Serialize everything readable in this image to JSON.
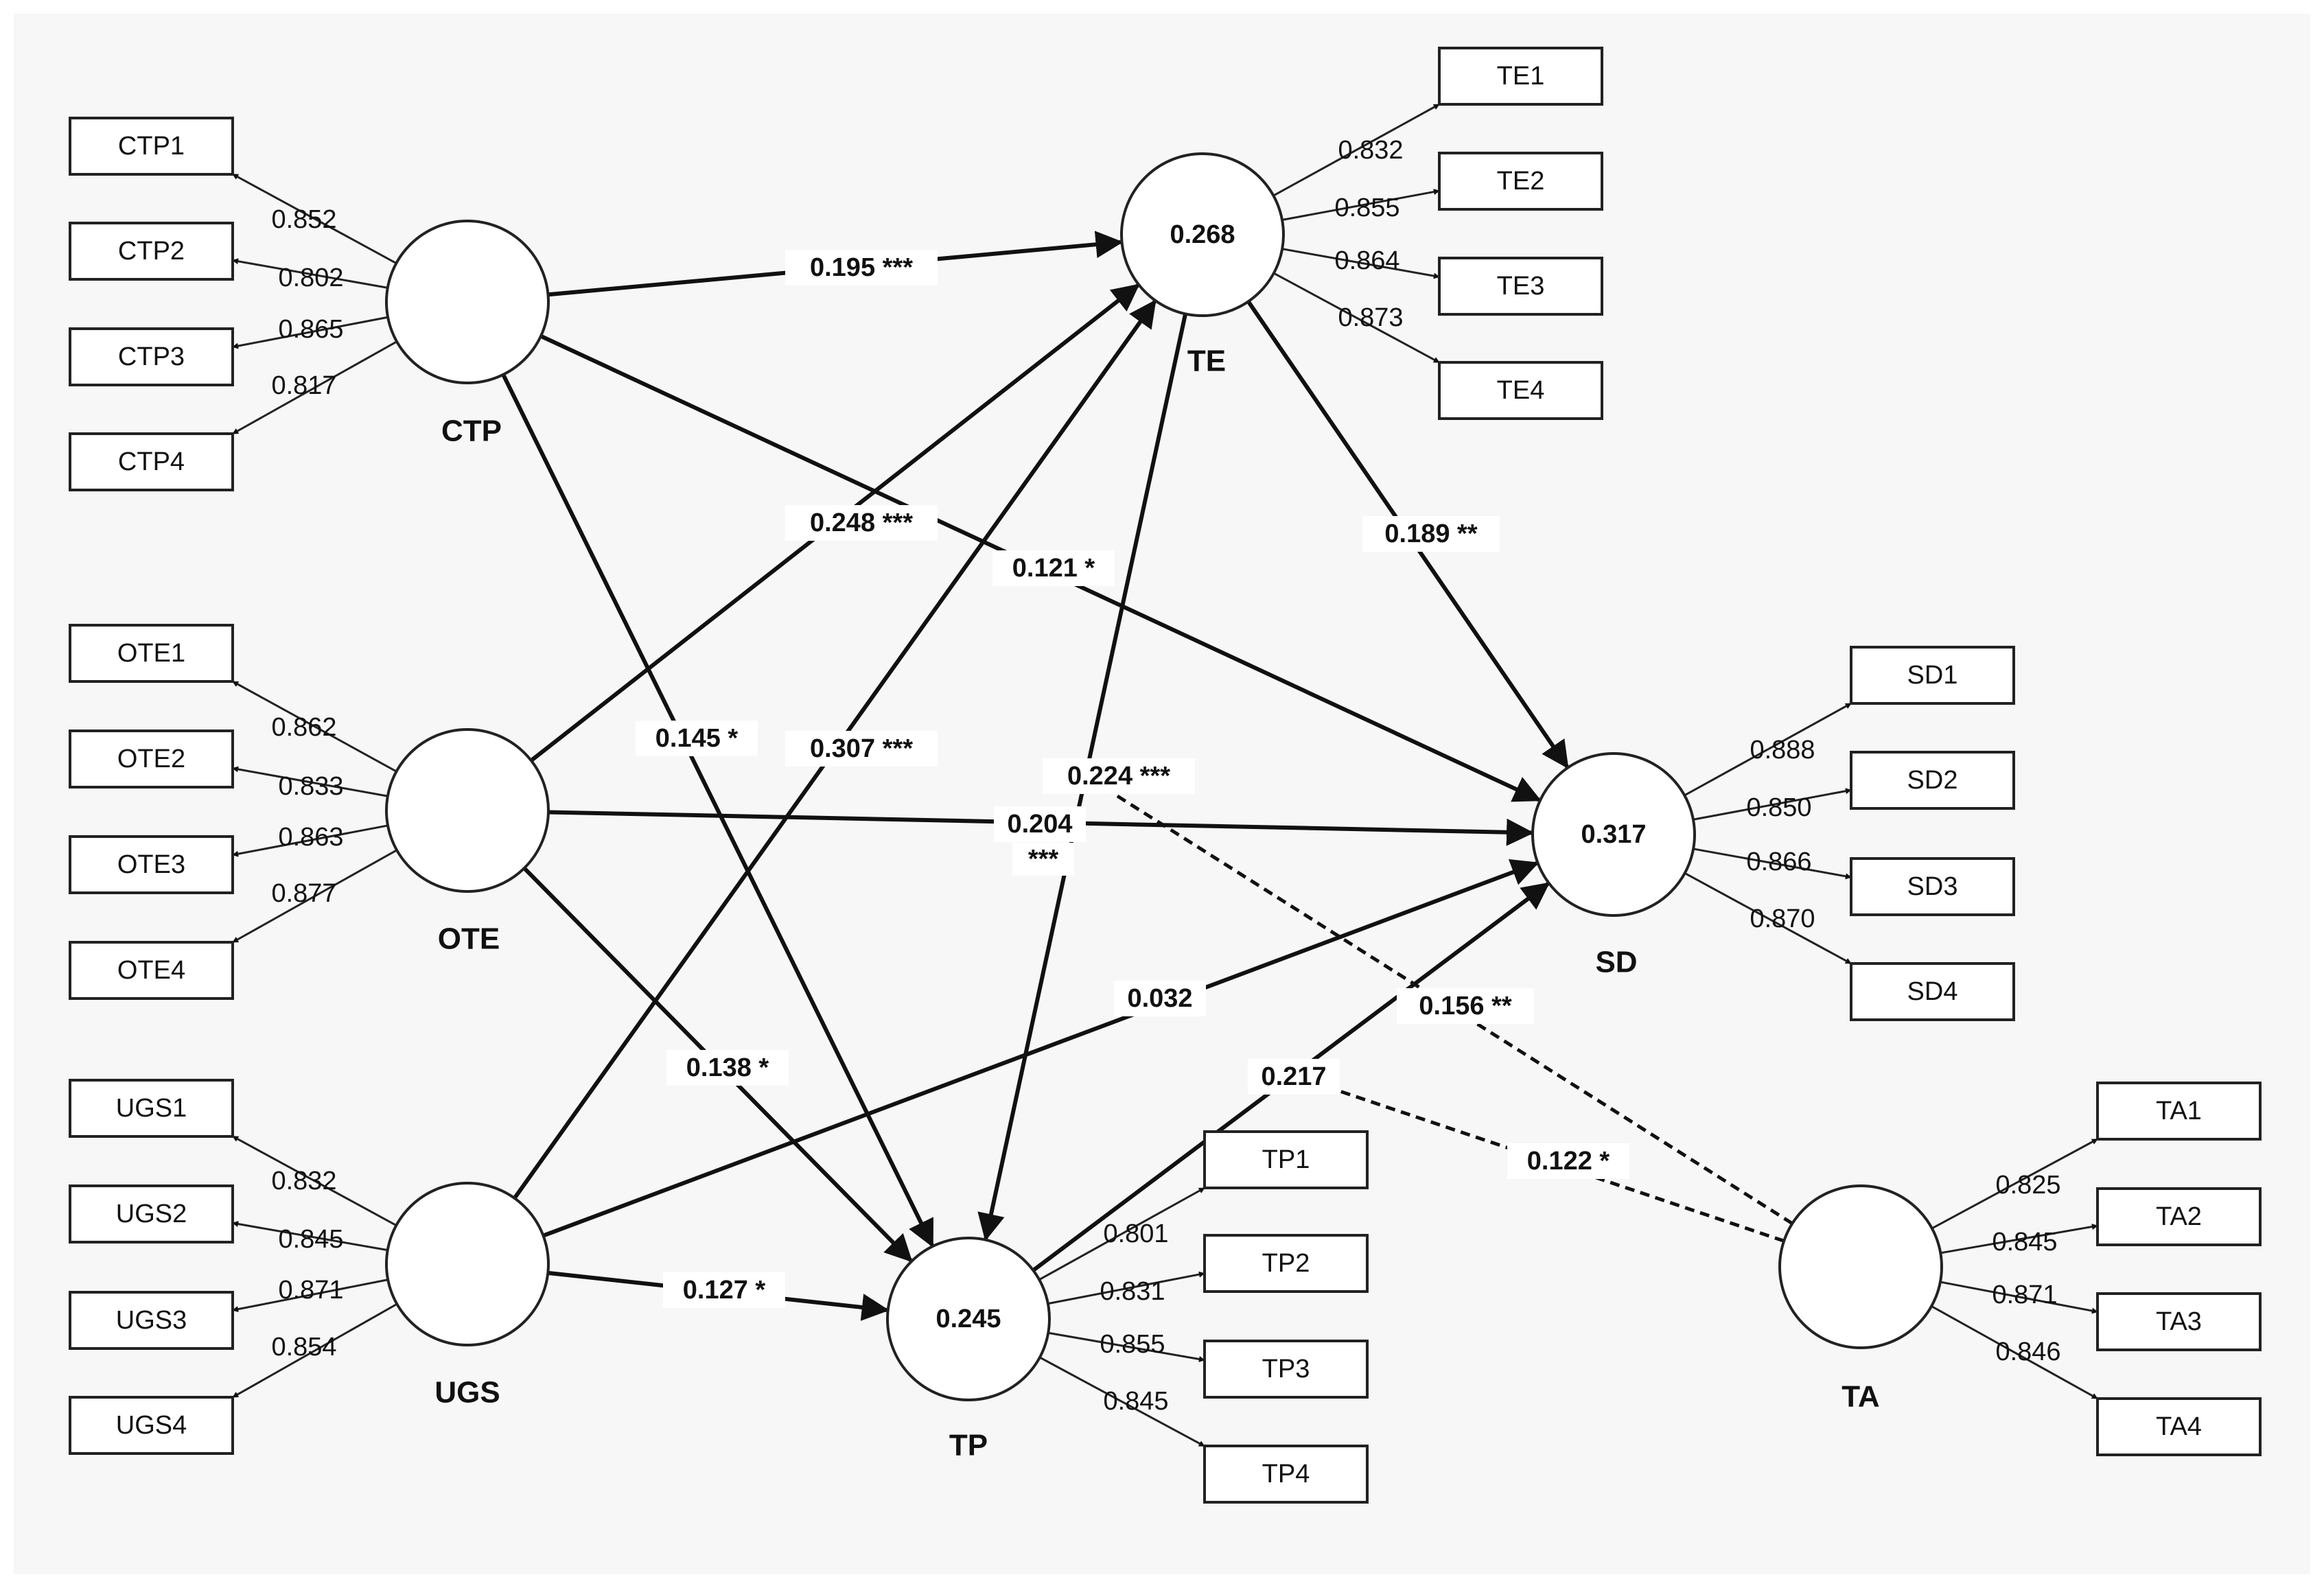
{
  "constructs": {
    "CTP": {
      "label": "CTP",
      "r2": ""
    },
    "OTE": {
      "label": "OTE",
      "r2": ""
    },
    "UGS": {
      "label": "UGS",
      "r2": ""
    },
    "TE": {
      "label": "TE",
      "r2": "0.268"
    },
    "TP": {
      "label": "TP",
      "r2": "0.245"
    },
    "SD": {
      "label": "SD",
      "r2": "0.317"
    },
    "TA": {
      "label": "TA",
      "r2": ""
    }
  },
  "indicators": {
    "CTP": [
      {
        "label": "CTP1",
        "loading": "0.852"
      },
      {
        "label": "CTP2",
        "loading": "0.802"
      },
      {
        "label": "CTP3",
        "loading": "0.865"
      },
      {
        "label": "CTP4",
        "loading": "0.817"
      }
    ],
    "OTE": [
      {
        "label": "OTE1",
        "loading": "0.862"
      },
      {
        "label": "OTE2",
        "loading": "0.833"
      },
      {
        "label": "OTE3",
        "loading": "0.863"
      },
      {
        "label": "OTE4",
        "loading": "0.877"
      }
    ],
    "UGS": [
      {
        "label": "UGS1",
        "loading": "0.832"
      },
      {
        "label": "UGS2",
        "loading": "0.845"
      },
      {
        "label": "UGS3",
        "loading": "0.871"
      },
      {
        "label": "UGS4",
        "loading": "0.854"
      }
    ],
    "TE": [
      {
        "label": "TE1",
        "loading": "0.832"
      },
      {
        "label": "TE2",
        "loading": "0.855"
      },
      {
        "label": "TE3",
        "loading": "0.864"
      },
      {
        "label": "TE4",
        "loading": "0.873"
      }
    ],
    "TP": [
      {
        "label": "TP1",
        "loading": "0.801"
      },
      {
        "label": "TP2",
        "loading": "0.831"
      },
      {
        "label": "TP3",
        "loading": "0.855"
      },
      {
        "label": "TP4",
        "loading": "0.845"
      }
    ],
    "SD": [
      {
        "label": "SD1",
        "loading": "0.888"
      },
      {
        "label": "SD2",
        "loading": "0.850"
      },
      {
        "label": "SD3",
        "loading": "0.866"
      },
      {
        "label": "SD4",
        "loading": "0.870"
      }
    ],
    "TA": [
      {
        "label": "TA1",
        "loading": "0.825"
      },
      {
        "label": "TA2",
        "loading": "0.845"
      },
      {
        "label": "TA3",
        "loading": "0.871"
      },
      {
        "label": "TA4",
        "loading": "0.846"
      }
    ]
  },
  "paths": [
    {
      "from": "CTP",
      "to": "TE",
      "coefficient": "0.195",
      "significance": "***",
      "style": "solid"
    },
    {
      "from": "CTP",
      "to": "SD",
      "coefficient": "0.121",
      "significance": "*",
      "style": "solid"
    },
    {
      "from": "CTP",
      "to": "TP",
      "coefficient": "0.145",
      "significance": "*",
      "style": "solid"
    },
    {
      "from": "OTE",
      "to": "TE",
      "coefficient": "0.248",
      "significance": "***",
      "style": "solid"
    },
    {
      "from": "OTE",
      "to": "SD",
      "coefficient": "0.204",
      "significance": "***",
      "style": "solid"
    },
    {
      "from": "OTE",
      "to": "TP",
      "coefficient": "0.138",
      "significance": "*",
      "style": "solid"
    },
    {
      "from": "UGS",
      "to": "TE",
      "coefficient": "0.307",
      "significance": "***",
      "style": "solid"
    },
    {
      "from": "UGS",
      "to": "SD",
      "coefficient": "0.032",
      "significance": "",
      "style": "solid"
    },
    {
      "from": "UGS",
      "to": "TP",
      "coefficient": "0.127",
      "significance": "*",
      "style": "solid"
    },
    {
      "from": "TE",
      "to": "SD",
      "coefficient": "0.189",
      "significance": "**",
      "style": "solid"
    },
    {
      "from": "TE",
      "to": "TP",
      "coefficient": "0.224",
      "significance": "***",
      "style": "solid"
    },
    {
      "from": "TP",
      "to": "SD",
      "coefficient": "0.217",
      "significance": "",
      "style": "solid"
    },
    {
      "from": "TA",
      "to": "TE-SD",
      "coefficient": "0.156",
      "significance": "**",
      "style": "dashed"
    },
    {
      "from": "TA",
      "to": "TP-SD",
      "coefficient": "0.122",
      "significance": "*",
      "style": "dashed"
    }
  ]
}
